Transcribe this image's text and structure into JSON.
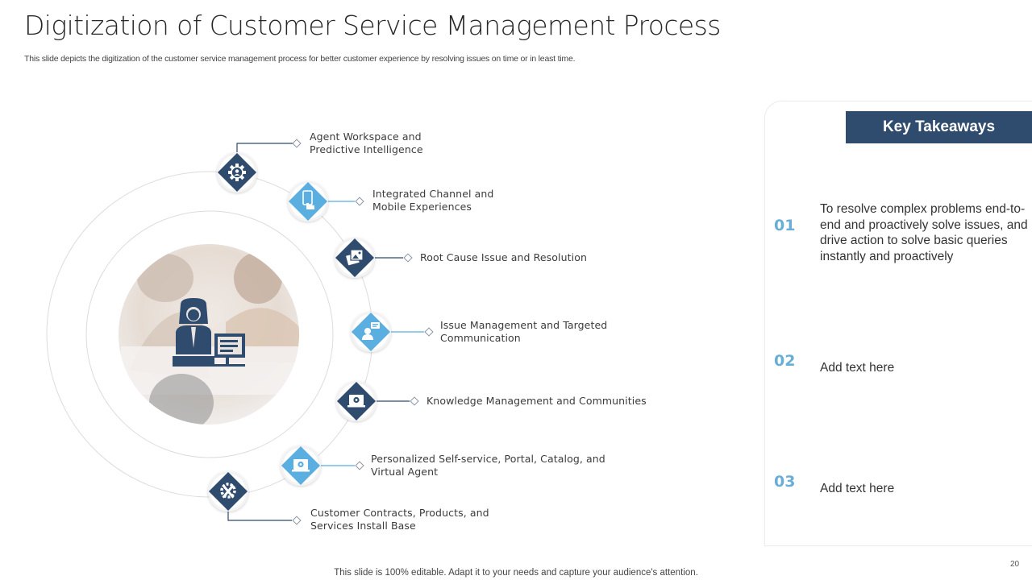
{
  "slide": {
    "title": "Digitization of Customer Service Management Process",
    "subtitle": "This slide depicts the digitization of the customer service management process for better customer experience by resolving issues on time or in least time.",
    "footer": "This slide is 100% editable. Adapt it to your needs and capture your audience's attention.",
    "page_number": "20"
  },
  "colors": {
    "navy": "#2f4b6e",
    "light_blue": "#5aaee0",
    "number_blue": "#6aaed6",
    "ring_gray": "#dcdcdc"
  },
  "center": {
    "photo": "team-meeting-photo",
    "icon": "customer-service-agent-icon"
  },
  "steps": [
    {
      "label_lines": [
        "Agent Workspace and",
        "Predictive Intelligence"
      ],
      "icon": "gear-person-icon",
      "style": "navy"
    },
    {
      "label_lines": [
        "Integrated Channel and",
        "Mobile Experiences"
      ],
      "icon": "mobile-touch-icon",
      "style": "light"
    },
    {
      "label_lines": [
        "Root Cause Issue and Resolution"
      ],
      "icon": "image-gallery-icon",
      "style": "navy"
    },
    {
      "label_lines": [
        "Issue Management  and Targeted",
        "Communication"
      ],
      "icon": "person-chat-icon",
      "style": "light"
    },
    {
      "label_lines": [
        "Knowledge Management  and  Communities"
      ],
      "icon": "laptop-gear-icon",
      "style": "navy"
    },
    {
      "label_lines": [
        "Personalized Self-service,  Portal, Catalog, and",
        "Virtual Agent"
      ],
      "icon": "laptop-agent-icon",
      "style": "light"
    },
    {
      "label_lines": [
        "Customer Contracts, Products, and",
        "Services  Install Base"
      ],
      "icon": "gear-tools-icon",
      "style": "navy"
    }
  ],
  "takeaways": {
    "header": "Key Takeaways",
    "items": [
      {
        "num": "01",
        "text": "To resolve complex problems end-to-end and proactively solve issues, and drive action to solve basic queries instantly  and proactively"
      },
      {
        "num": "02",
        "text": "Add text here"
      },
      {
        "num": "03",
        "text": "Add text here"
      }
    ]
  }
}
